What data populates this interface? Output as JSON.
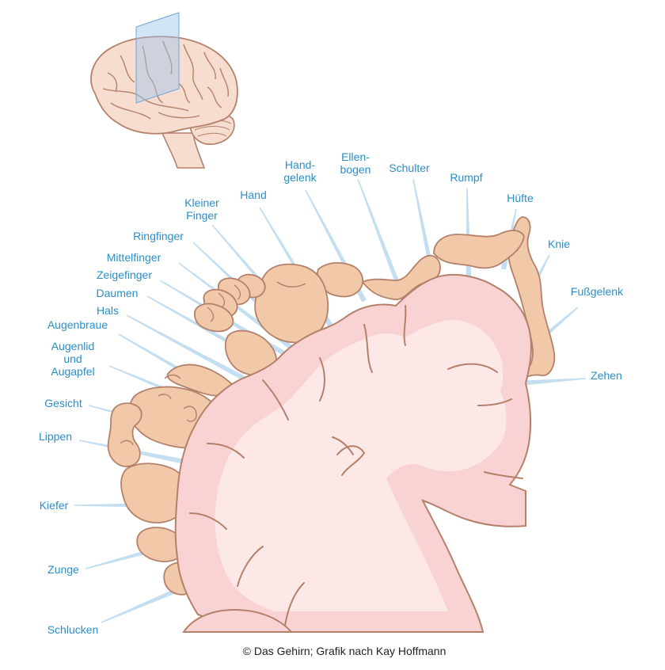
{
  "diagram": {
    "labels": [
      {
        "id": "zehen",
        "text": [
          "Zehen"
        ]
      },
      {
        "id": "fussgelenk",
        "text": [
          "Fußgelenk"
        ]
      },
      {
        "id": "knie",
        "text": [
          "Knie"
        ]
      },
      {
        "id": "huefte",
        "text": [
          "Hüfte"
        ]
      },
      {
        "id": "rumpf",
        "text": [
          "Rumpf"
        ]
      },
      {
        "id": "schulter",
        "text": [
          "Schulter"
        ]
      },
      {
        "id": "ellenbogen",
        "text": [
          "Ellen-",
          "bogen"
        ]
      },
      {
        "id": "handgelenk",
        "text": [
          "Hand-",
          "gelenk"
        ]
      },
      {
        "id": "hand",
        "text": [
          "Hand"
        ]
      },
      {
        "id": "kleiner-finger",
        "text": [
          "Kleiner",
          "Finger"
        ]
      },
      {
        "id": "ringfinger",
        "text": [
          "Ringfinger"
        ]
      },
      {
        "id": "mittelfinger",
        "text": [
          "Mittelfinger"
        ]
      },
      {
        "id": "zeigefinger",
        "text": [
          "Zeigefinger"
        ]
      },
      {
        "id": "daumen",
        "text": [
          "Daumen"
        ]
      },
      {
        "id": "hals",
        "text": [
          "Hals"
        ]
      },
      {
        "id": "augenbraue",
        "text": [
          "Augenbraue"
        ]
      },
      {
        "id": "augenlid",
        "text": [
          "Augenlid",
          "und",
          "Augapfel"
        ]
      },
      {
        "id": "gesicht",
        "text": [
          "Gesicht"
        ]
      },
      {
        "id": "lippen",
        "text": [
          "Lippen"
        ]
      },
      {
        "id": "kiefer",
        "text": [
          "Kiefer"
        ]
      },
      {
        "id": "zunge",
        "text": [
          "Zunge"
        ]
      },
      {
        "id": "schlucken",
        "text": [
          "Schlucken"
        ]
      }
    ]
  },
  "credit": "© Das Gehirn; Grafik nach Kay Hoffmann",
  "colors": {
    "label": "#2a8fc8",
    "ray": "#b9d7ee",
    "cortex": "#f9d3d4",
    "cortex_inner": "#fde8e8",
    "body": "#f1c9a9",
    "outline": "#b5806a"
  }
}
